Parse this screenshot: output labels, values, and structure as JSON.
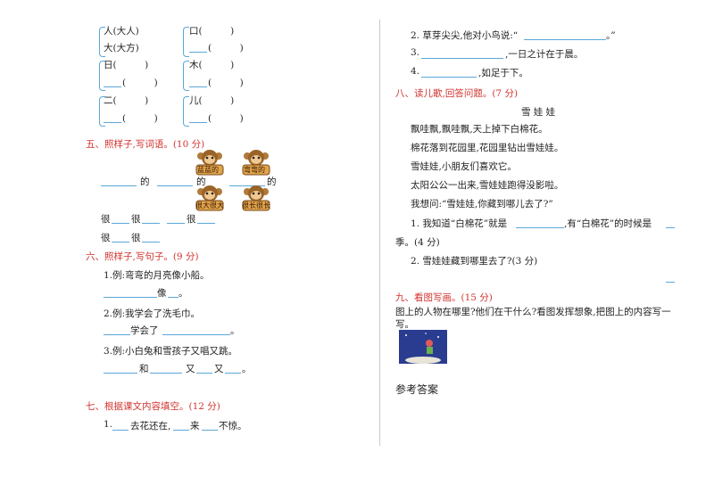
{
  "left": {
    "groups": [
      {
        "a": "人(大人)",
        "b": "口(　　　)"
      },
      {
        "a": "大(大方)",
        "b": "(　　　)"
      },
      {
        "a": "日(　　　)",
        "b": "木(　　　)"
      },
      {
        "a": "(　　　)",
        "b": "(　　　)"
      },
      {
        "a": "二(　　　)",
        "b": "儿(　　　)"
      },
      {
        "a": "(　　　)",
        "b": "(　　　)"
      }
    ],
    "s5": {
      "title": "五、照样子,写词语。(10 分)",
      "monkeys": [
        "蓝蓝的",
        "弯弯的",
        "很大很大",
        "很长很长"
      ],
      "de": "的",
      "hen": "很",
      "r2": "很",
      "r3": "很"
    },
    "s6": {
      "title": "六、照样子,写句子。(9 分)",
      "ex1": "1.例:弯弯的月亮像小船。",
      "xiang": "像",
      "ex2": "2.例:我学会了洗毛巾。",
      "xuehuile": "学会了",
      "ex3": "3.例:小白兔和雪孩子又唱又跳。",
      "he": "和",
      "you": "又",
      "dot": "。"
    },
    "s7": {
      "title": "七、根据课文内容填空。(12 分)",
      "n1": "1.",
      "p1": "去花还在,",
      "p2": "来",
      "p3": "不惊。"
    }
  },
  "right": {
    "l1a": "2. 草芽尖尖,他对小鸟说:“",
    "l1b": "。”",
    "l2a": "3.",
    "l2b": ",一日之计在于晨。",
    "l3a": "4.",
    "l3b": ",如足于下。",
    "s8": {
      "title": "八、读儿歌,回答问题。(7 分)",
      "poem_title": "雪 娃 娃",
      "lines": [
        "飘哇飘,飘哇飘,天上掉下白棉花。",
        "棉花落到花园里,花园里钻出雪娃娃。",
        "雪娃娃,小朋友们喜欢它。",
        "太阳公公一出来,雪娃娃跑得没影啦。",
        "我想问:“雪娃娃,你藏到哪儿去了?”"
      ],
      "q1a": "1. 我知道“白棉花”就是",
      "q1b": ",有“白棉花”的时候是",
      "q1c": "季。(4 分)",
      "q2": "2. 雪娃娃藏到哪里去了?(3 分)"
    },
    "s9": {
      "title": "九、看图写画。(15 分)",
      "text1": "图上的人物在哪里?他们在干什么?看图发挥想象,把图上的内容写一",
      "text2": "写。"
    },
    "answers": "参考答案"
  }
}
